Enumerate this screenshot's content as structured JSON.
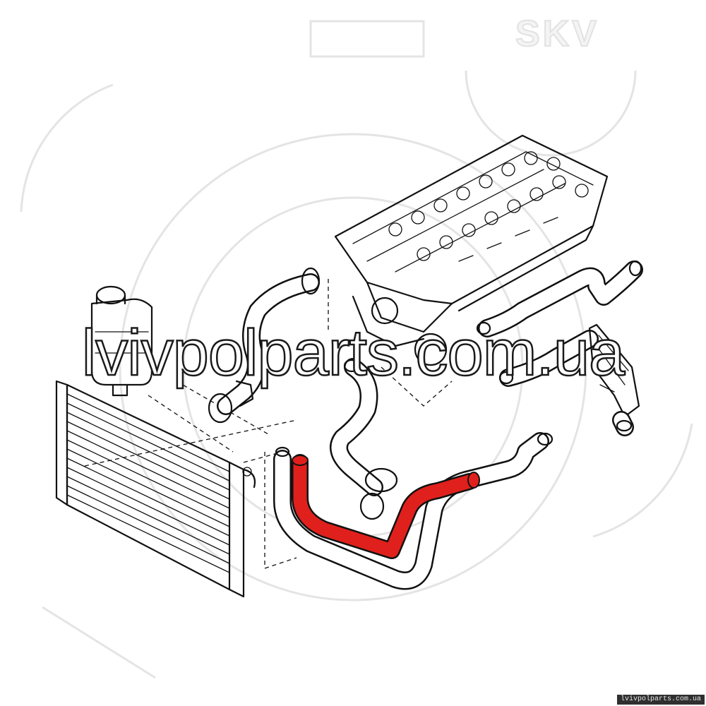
{
  "watermark": {
    "site_text": "lvivpolparts.com.ua",
    "brand_logo": "SKV"
  },
  "footer": {
    "url_text": "lvivpolparts.com.ua"
  },
  "highlight": {
    "color": "#e0201c",
    "part_icon": "coolant-hose-highlighted"
  },
  "icons": {
    "engine": "cylinder-head-icon",
    "radiator": "radiator-icon",
    "reservoir": "expansion-tank-icon"
  }
}
